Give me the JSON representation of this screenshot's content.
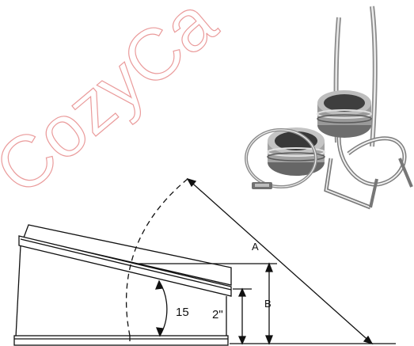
{
  "watermark": {
    "text": "CozyCa",
    "color": "#d94a4a"
  },
  "diagram": {
    "labels": {
      "length_a": "A",
      "height_b": "B",
      "angle": "15",
      "offset": "2\""
    },
    "line_color": "#111111"
  },
  "photo": {
    "subject": "clamp-rings-and-support-straps"
  }
}
